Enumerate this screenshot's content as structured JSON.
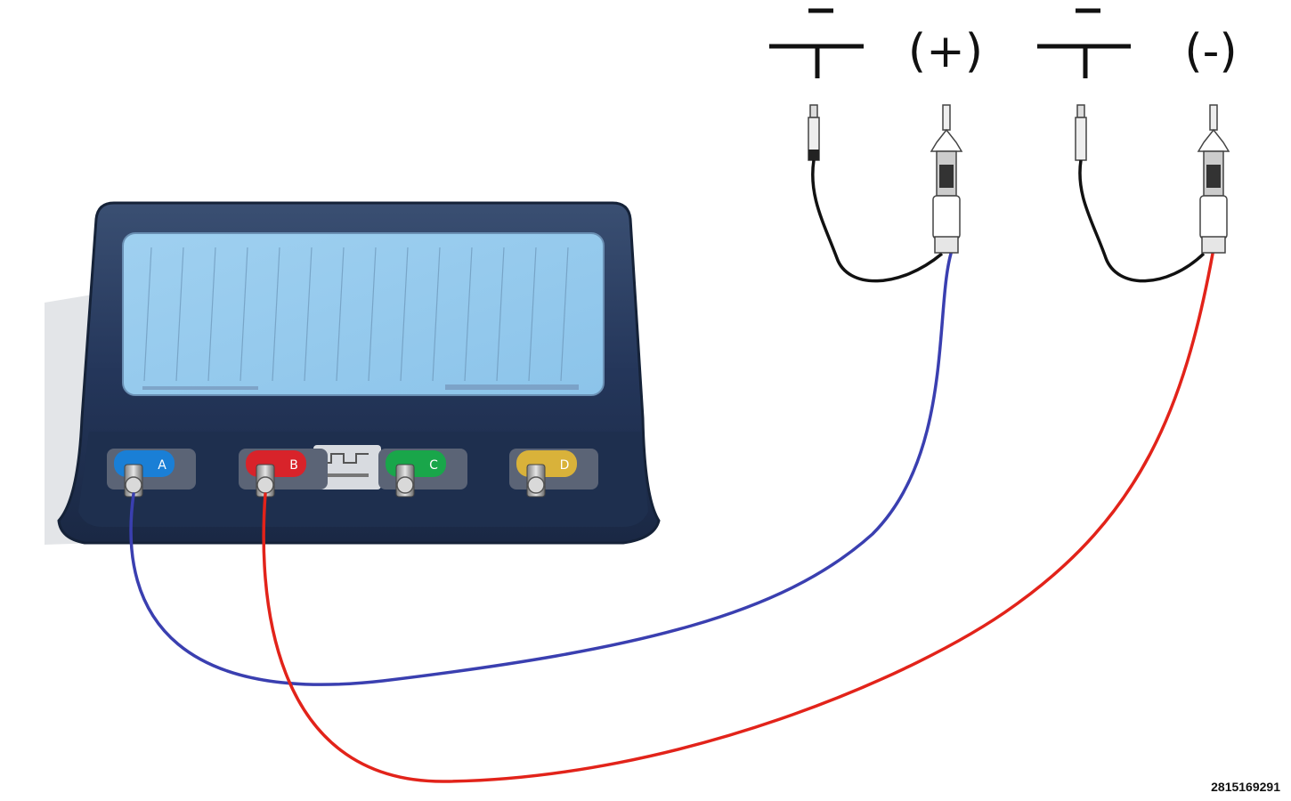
{
  "labels": {
    "positive": "(+)",
    "negative": "(-)"
  },
  "channels": [
    {
      "letter": "A",
      "color": "#1a7fd6"
    },
    {
      "letter": "B",
      "color": "#d8232a"
    },
    {
      "letter": "C",
      "color": "#19a64a"
    },
    {
      "letter": "D",
      "color": "#d9b23a"
    }
  ],
  "leads": {
    "blue_color": "#3a3fb0",
    "red_color": "#e2231a",
    "black_color": "#111111"
  },
  "reference_number": "2815169291"
}
